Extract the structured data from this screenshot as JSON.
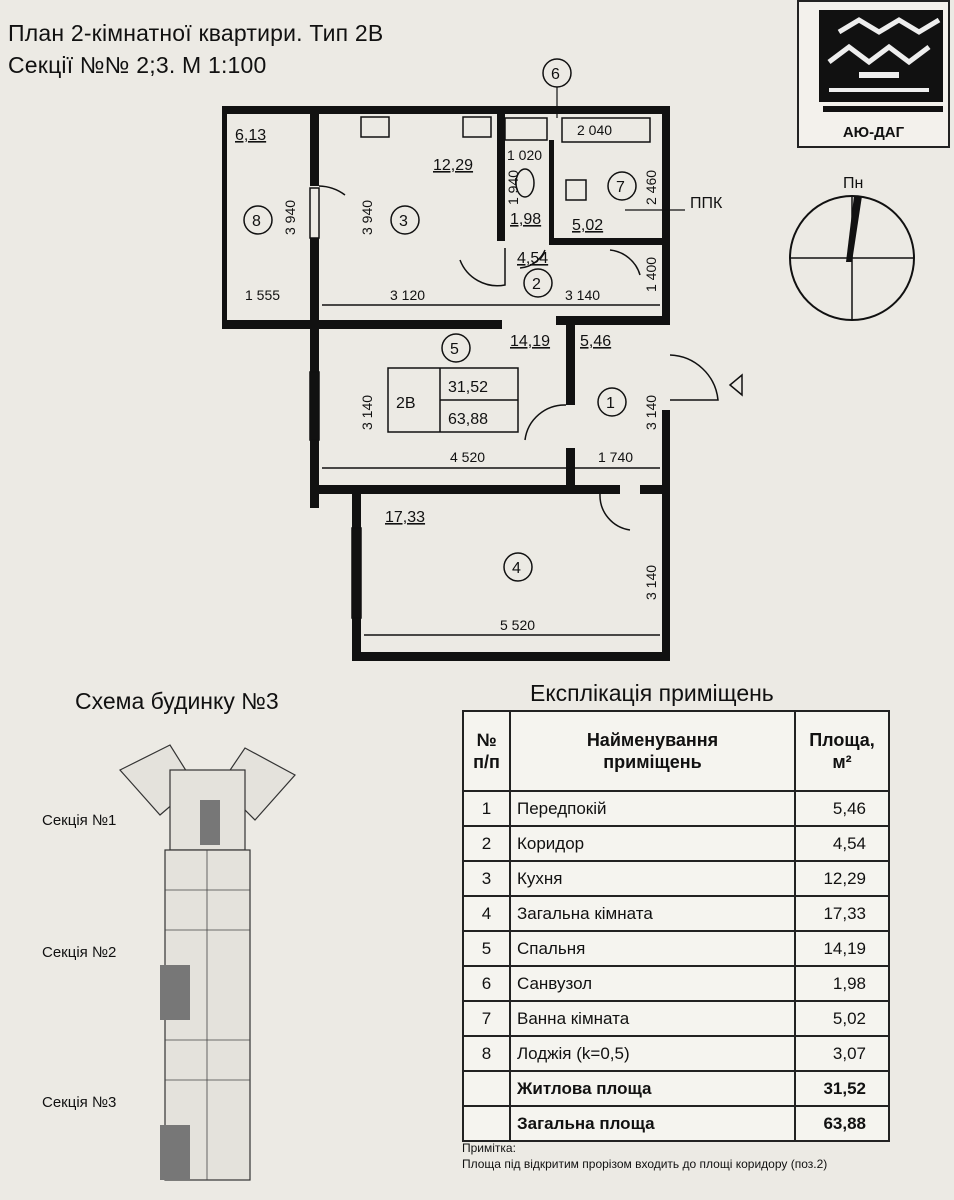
{
  "header": {
    "title_line1": "План 2-кімнатної квартири. Тип 2В",
    "title_line2": "Секції №№ 2;3. М 1:100"
  },
  "logo": {
    "text": "АЮ-ДАГ"
  },
  "plan": {
    "compass_label": "Пн",
    "riser_label": "ППК",
    "apartment_type": "2В",
    "living_area": "31,52",
    "total_area": "63,88",
    "rooms": [
      {
        "no": "1",
        "area": "5,46"
      },
      {
        "no": "2",
        "area": "4,54"
      },
      {
        "no": "3",
        "area": "12,29"
      },
      {
        "no": "4",
        "area": "17,33"
      },
      {
        "no": "5",
        "area": "14,19"
      },
      {
        "no": "6",
        "area": "1,98"
      },
      {
        "no": "7",
        "area": "5,02"
      },
      {
        "no": "8",
        "area": "6,13"
      }
    ],
    "dimensions": {
      "d1555": "1 555",
      "d3120": "3 120",
      "d3140a": "3 140",
      "d1400": "1 400",
      "d3940a": "3 940",
      "d3940b": "3 940",
      "d1940": "1 940",
      "d1020": "1 020",
      "d2040": "2 040",
      "d2460": "2 460",
      "d3140b": "3 140",
      "d4520": "4 520",
      "d3140c": "3 140",
      "d1740": "1 740",
      "d3140d": "3 140",
      "d5520": "5 520"
    }
  },
  "scheme": {
    "title": "Схема будинку №3",
    "sections": [
      "Секція №1",
      "Секція №2",
      "Секція №3"
    ]
  },
  "explication": {
    "title": "Експлікація приміщень",
    "headers": {
      "no": "№\nп/п",
      "name": "Найменування\nприміщень",
      "area": "Площа,\nм²"
    },
    "rows": [
      {
        "no": "1",
        "name": "Передпокій",
        "area": "5,46"
      },
      {
        "no": "2",
        "name": "Коридор",
        "area": "4,54"
      },
      {
        "no": "3",
        "name": "Кухня",
        "area": "12,29"
      },
      {
        "no": "4",
        "name": "Загальна кімната",
        "area": "17,33"
      },
      {
        "no": "5",
        "name": "Спальня",
        "area": "14,19"
      },
      {
        "no": "6",
        "name": "Санвузол",
        "area": "1,98"
      },
      {
        "no": "7",
        "name": "Ванна кімната",
        "area": "5,02"
      },
      {
        "no": "8",
        "name": "Лоджія (k=0,5)",
        "area": "3,07"
      }
    ],
    "totals": [
      {
        "name": "Житлова площа",
        "area": "31,52"
      },
      {
        "name": "Загальна площа",
        "area": "63,88"
      }
    ]
  },
  "note": {
    "label": "Примітка:",
    "text": "Площа під відкритим прорізом входить до площі коридору (поз.2)"
  }
}
